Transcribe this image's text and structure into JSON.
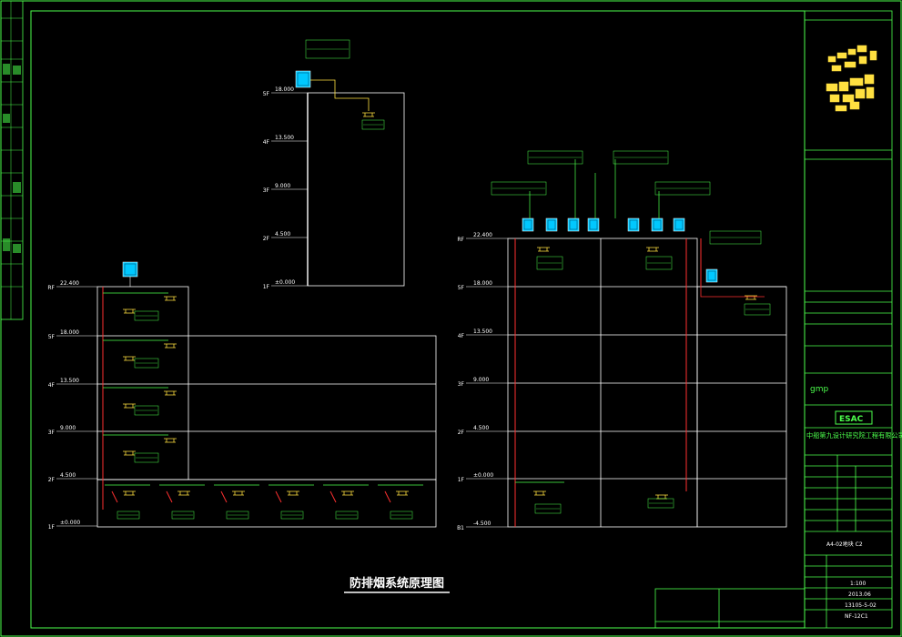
{
  "title": "防排烟系统原理图",
  "left_diagram": {
    "floors": [
      {
        "label": "RF",
        "elev": "22.400"
      },
      {
        "label": "5F",
        "elev": "18.000"
      },
      {
        "label": "4F",
        "elev": "13.500"
      },
      {
        "label": "3F",
        "elev": "9.000"
      },
      {
        "label": "2F",
        "elev": "4.500"
      },
      {
        "label": "1F",
        "elev": "±0.000"
      }
    ]
  },
  "mid_diagram": {
    "floors": [
      {
        "label": "5F",
        "elev": "18.000"
      },
      {
        "label": "4F",
        "elev": "13.500"
      },
      {
        "label": "3F",
        "elev": "9.000"
      },
      {
        "label": "2F",
        "elev": "4.500"
      },
      {
        "label": "1F",
        "elev": "±0.000"
      }
    ]
  },
  "right_diagram": {
    "floors": [
      {
        "label": "RF",
        "elev": "22.400"
      },
      {
        "label": "5F",
        "elev": "18.000"
      },
      {
        "label": "4F",
        "elev": "13.500"
      },
      {
        "label": "3F",
        "elev": "9.000"
      },
      {
        "label": "2F",
        "elev": "4.500"
      },
      {
        "label": "1F",
        "elev": "±0.000"
      },
      {
        "label": "B1",
        "elev": "-4.500"
      }
    ]
  },
  "title_block": {
    "company_cn": "中船第九设计研究院工程有限公司",
    "gmp": "gmp",
    "esac": "ESAC",
    "drawing_title": "A4-02地块 C2",
    "scale": "1:100",
    "date": "2013.06",
    "project_no": "13105-5-02",
    "sheet_no": "NF-12C1"
  },
  "colors": {
    "background": "#000000",
    "frame": "#4cff4c",
    "lines": "#ffffff",
    "fans": "#00c8ff",
    "risers": "#ff3030",
    "annot": "#4cff4c",
    "notes": "#ffe040"
  }
}
